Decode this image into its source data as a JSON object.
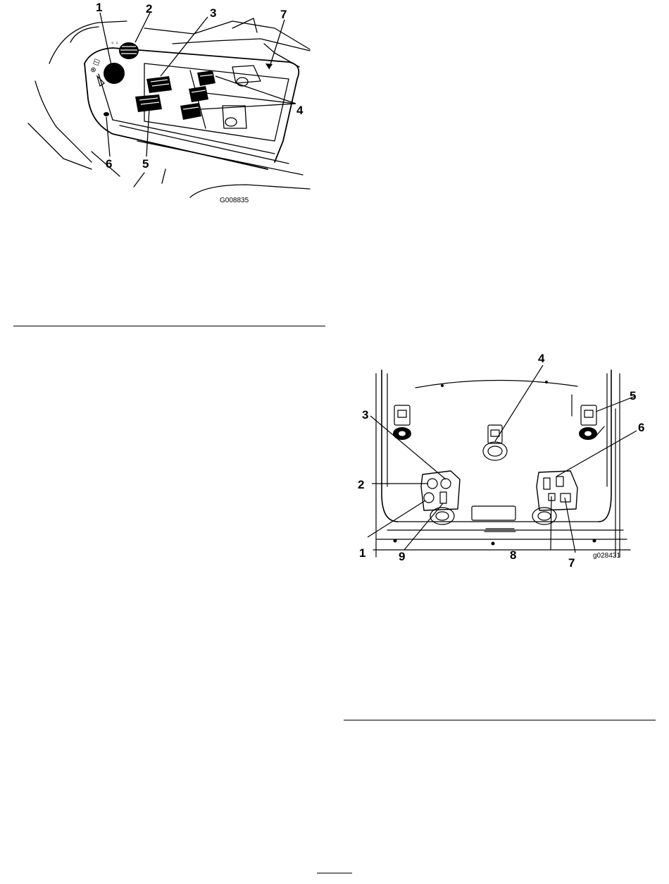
{
  "figure_top": {
    "callouts": [
      "1",
      "2",
      "3",
      "4",
      "5",
      "6",
      "7"
    ],
    "figure_id": "G008835"
  },
  "figure_bottom": {
    "callouts": [
      "1",
      "2",
      "3",
      "4",
      "5",
      "6",
      "7",
      "8",
      "9"
    ],
    "figure_id": "g028431"
  }
}
